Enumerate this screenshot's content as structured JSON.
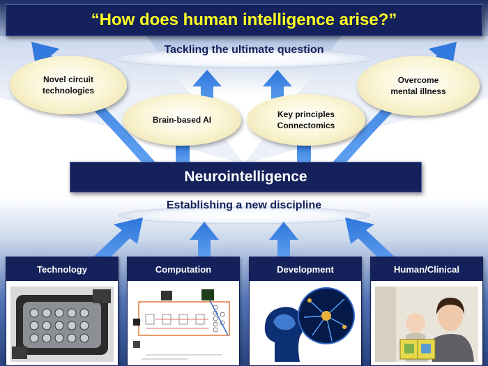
{
  "header": {
    "title": "“How does human intelligence arise?”"
  },
  "top_caption": "Tackling the ultimate question",
  "bubbles": [
    {
      "label": "Novel circuit\ntechnologies"
    },
    {
      "label": "Brain-based AI"
    },
    {
      "label": "Key principles\nConnectomics"
    },
    {
      "label": "Overcome\nmental illness"
    }
  ],
  "center": {
    "title": "Neurointelligence"
  },
  "mid_caption": "Establishing a new discipline",
  "panels": [
    {
      "label": "Technology",
      "image": "circuit-chip-photo"
    },
    {
      "label": "Computation",
      "image": "neural-network-diagram"
    },
    {
      "label": "Development",
      "image": "brain-neuron-illustration"
    },
    {
      "label": "Human/Clinical",
      "image": "mother-child-reading-photo"
    }
  ],
  "colors": {
    "navy": "#14215a",
    "title_yellow": "#ffff22",
    "arrow_blue": "#3f86e6",
    "bubble_cream": "#fbf6d8"
  }
}
